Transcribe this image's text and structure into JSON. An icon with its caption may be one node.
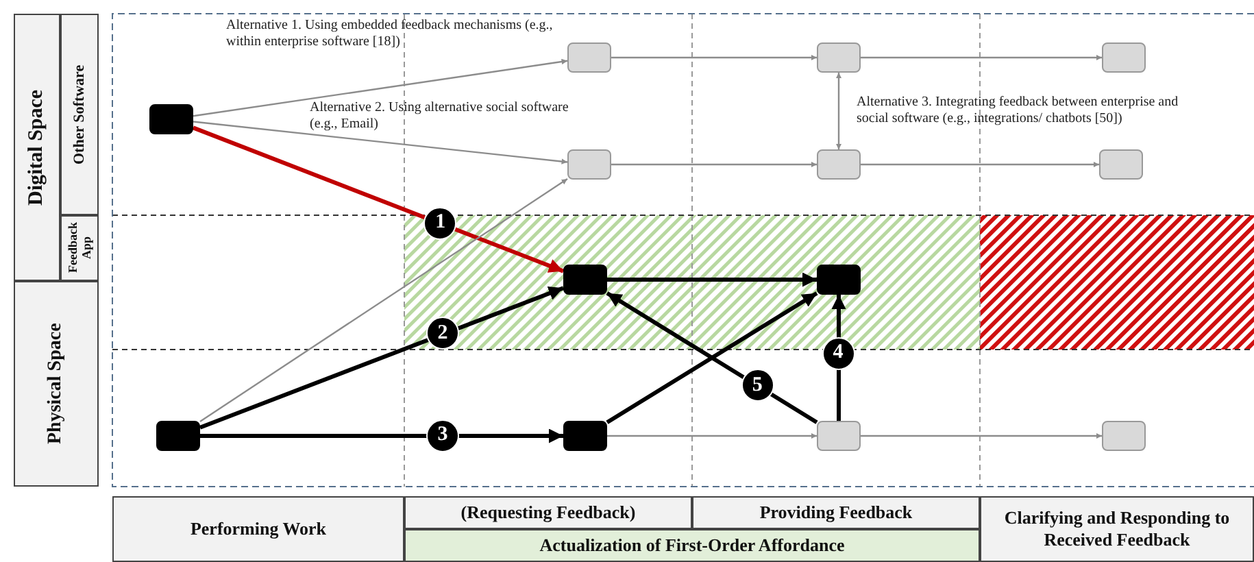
{
  "diagram": {
    "nodes": [
      {
        "text": [
          "Digital Space"
        ]
      },
      {
        "text": [
          "Other Software"
        ]
      },
      {
        "text": [
          "Feedback App"
        ]
      },
      {
        "text": [
          "Physical Space"
        ]
      },
      {
        "text": [],
        "shape": "box"
      },
      {
        "text": [],
        "shape": "box"
      },
      {
        "text": [],
        "shape": "box"
      },
      {
        "text": [],
        "shape": "box"
      },
      {
        "text": [],
        "shape": "box"
      },
      {
        "text": [],
        "shape": "box"
      },
      {
        "text": [],
        "shape": "box"
      },
      {
        "text": [],
        "shape": "box"
      },
      {
        "text": [],
        "shape": "box"
      },
      {
        "text": [],
        "shape": "box"
      },
      {
        "text": [],
        "shape": "box"
      },
      {
        "text": [],
        "shape": "box"
      },
      {
        "text": [],
        "shape": "box"
      },
      {
        "text": [
          "Performing Work"
        ]
      },
      {
        "text": [
          "(Requesting Feedback)"
        ]
      },
      {
        "text": [
          "Providing Feedback"
        ]
      },
      {
        "text": [
          "Clarifying and Responding to Received Feedback"
        ]
      },
      {
        "text": [
          "Actualization of First-Order Affordance"
        ]
      }
    ],
    "edges": [
      {
        "from": 4,
        "to": 5,
        "arrow": "to",
        "label": "Alternative 1. Using embedded feedback mechanisms (e.g., within enterprise software [18])"
      },
      {
        "from": 4,
        "to": 8,
        "arrow": "to",
        "label": "Alternative 2. Using alternative social software (e.g., Email)"
      },
      {
        "from": 5,
        "to": 6,
        "arrow": "to"
      },
      {
        "from": 6,
        "to": 7,
        "arrow": "to"
      },
      {
        "from": 8,
        "to": 9,
        "arrow": "to"
      },
      {
        "from": 9,
        "to": 10,
        "arrow": "to"
      },
      {
        "from": 6,
        "to": 9,
        "arrow": "both",
        "label": "Alternative 3. Integrating feedback between enterprise and social software (e.g., integrations/ chatbots [50])"
      },
      {
        "from": 4,
        "to": 11,
        "arrow": "to",
        "label": "1",
        "style": "thick",
        "color": "#c00000"
      },
      {
        "from": 13,
        "to": 11,
        "arrow": "to",
        "label": "2",
        "style": "thick",
        "color": "#000000"
      },
      {
        "from": 13,
        "to": 8,
        "arrow": "to"
      },
      {
        "from": 13,
        "to": 14,
        "arrow": "to",
        "label": "3",
        "style": "thick",
        "color": "#000000"
      },
      {
        "from": 11,
        "to": 12,
        "arrow": "to",
        "style": "thick",
        "color": "#000000"
      },
      {
        "from": 14,
        "to": 12,
        "arrow": "to",
        "style": "thick",
        "color": "#000000"
      },
      {
        "from": 15,
        "to": 12,
        "arrow": "to",
        "label": "4",
        "style": "thick",
        "color": "#000000"
      },
      {
        "from": 15,
        "to": 11,
        "arrow": "to",
        "label": "5",
        "style": "thick",
        "color": "#000000"
      },
      {
        "from": 14,
        "to": 15,
        "arrow": "to"
      },
      {
        "from": 15,
        "to": 16,
        "arrow": "to"
      }
    ]
  }
}
